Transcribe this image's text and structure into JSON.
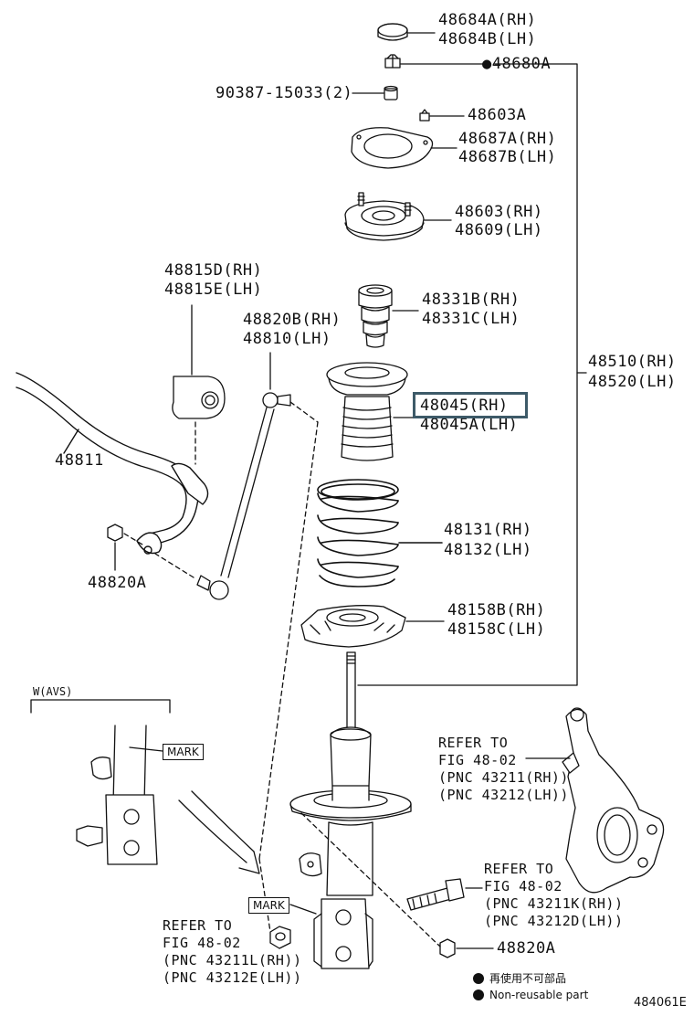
{
  "labels": {
    "cap": [
      "48684A(RH)",
      "48684B(LH)"
    ],
    "nut_top": "●48680A",
    "bolt_spacer": "90387-15033(2)",
    "nut_48603a": "48603A",
    "plate": [
      "48687A(RH)",
      "48687B(LH)"
    ],
    "mount": [
      "48603(RH)",
      "48609(LH)"
    ],
    "stabilizer_bushing": [
      "48815D(RH)",
      "48815E(LH)"
    ],
    "bump_stopper": [
      "48331B(RH)",
      "48331C(LH)"
    ],
    "link": [
      "48820B(RH)",
      "48810(LH)"
    ],
    "absorber_assy": [
      "48510(RH)",
      "48520(LH)"
    ],
    "boot": [
      "48045(RH)",
      "48045A(LH)"
    ],
    "stabilizer_bar": "48811",
    "spring": [
      "48131(RH)",
      "48132(LH)"
    ],
    "stab_nut": "48820A",
    "lower_seat": [
      "48158B(RH)",
      "48158C(LH)"
    ],
    "w_avs": "W(AVS)",
    "mark": "MARK",
    "refer_knuckle": [
      "REFER TO",
      "FIG 48-02",
      "(PNC 43211(RH))",
      "(PNC 43212(LH))"
    ],
    "refer_bolt": [
      "REFER TO",
      "FIG 48-02",
      "(PNC 43211K(RH))",
      "(PNC 43212D(LH))"
    ],
    "refer_nut": [
      "REFER TO",
      "FIG 48-02",
      "(PNC 43211L(RH))",
      "(PNC 43212E(LH))"
    ],
    "bottom_nut": "48820A"
  },
  "legend": {
    "ja": "再使用不可部品",
    "en": "Non-reusable part"
  },
  "figure_number": "484061E",
  "colors": {
    "line": "#111111",
    "highlight": "#3d5a68"
  }
}
